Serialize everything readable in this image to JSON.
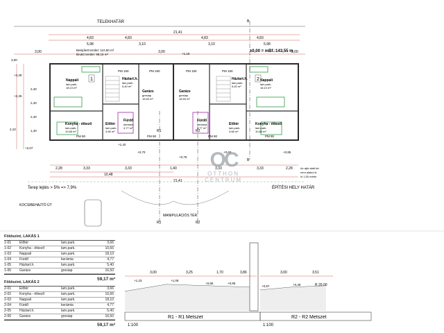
{
  "plan": {
    "boundary_label": "TELEKHATÁR",
    "top_dims": [
      "21,41",
      "4,83",
      "4,83",
      "4,83",
      "4,83",
      "5,98",
      "5,98",
      "3,10",
      "3,10",
      "3,00",
      "3,00",
      "3,00"
    ],
    "floor_level": "±0,00 = mBf.:143,55 m",
    "built_area": "Beépített terület: 110,60 m²",
    "gross_area": "Bruttó terület: 98,16 m²",
    "rooms_left": [
      {
        "name": "Nappali",
        "sub": "lam.park.",
        "area": "18,10 m²"
      },
      {
        "name": "Háztart.h.",
        "sub": "lam.park.",
        "area": "5,40 m²"
      },
      {
        "name": "Garázs",
        "sub": "gresiap",
        "area": "16,50 m²"
      },
      {
        "name": "Konyha - étkező",
        "sub": "lam.park.",
        "area": "10,66 m²"
      },
      {
        "name": "Fürdő",
        "sub": "kerámia",
        "area": "4,77 m²"
      },
      {
        "name": "Előtér",
        "sub": "lam.park.",
        "area": "3,66 m²"
      }
    ],
    "rooms_right": [
      {
        "name": "Garázs",
        "sub": "gresiap",
        "area": "16,50 m²"
      },
      {
        "name": "Háztart.h.",
        "sub": "lam.park.",
        "area": "5,40 m²"
      },
      {
        "name": "Nappali",
        "sub": "lam.park.",
        "area": "18,10 m²"
      },
      {
        "name": "Fürdő",
        "sub": "kerámia",
        "area": "4,77 m²"
      },
      {
        "name": "Előtér",
        "sub": "lam.park.",
        "area": "3,66 m²"
      },
      {
        "name": "Konyha - étkező",
        "sub": "lam.park.",
        "area": "10,66 m²"
      }
    ],
    "pm_labels": [
      "PM 150",
      "PM 150",
      "PM 150",
      "PM 150",
      "PM 90",
      "PM 90",
      "PM 90",
      "PM 90"
    ],
    "unit_numbers": [
      "1",
      "2"
    ],
    "bottom_dims": [
      "2,28",
      "3,33",
      "3,33",
      "1,40",
      "3,33",
      "3,33",
      "2,28",
      "10,48",
      "21,41"
    ],
    "left_dims": [
      "3,00",
      "+2,28",
      "+2,25",
      "2,40",
      "2,40",
      "2,40",
      "1,40",
      "2,10"
    ],
    "terrain_note": "Terep lejtés > 5% => 7,9%",
    "building_line": "ÉPÍTÉSI HELY HATÁR",
    "access_road": "KOCSIBEHAJTÓ ÚT",
    "maneuver": "MANIPULÁCIÓS TÉR",
    "section_marks": [
      "R1",
      "R1",
      "R2",
      "R2",
      "B",
      "B"
    ],
    "side_note": [
      "Az ajtó alatt kiv",
      "nem alakul ki",
      "Is 1,50 méter"
    ],
    "levels": [
      "+1,18",
      "+2,07",
      "+0,85",
      "+0,75",
      "+1,42",
      "+0,70",
      "+0,68"
    ]
  },
  "table1": {
    "title": "Földszint, LAKÁS 1",
    "rows": [
      [
        "1-01",
        "Előtér",
        "lam.park.",
        "3,66"
      ],
      [
        "1-02",
        "Konyha - étkező",
        "lam.park.",
        "10,66"
      ],
      [
        "1-03",
        "Nappali",
        "lam.park.",
        "18,10"
      ],
      [
        "1-04",
        "Fürdő",
        "kerámia",
        "4,77"
      ],
      [
        "1-05",
        "Háztart.h.",
        "lam.park.",
        "5,40"
      ],
      [
        "1-06",
        "Garázs",
        "gresiap",
        "16,50"
      ]
    ],
    "total": "59,17 m²"
  },
  "table2": {
    "title": "Földszint, LAKÁS 2",
    "rows": [
      [
        "2-01",
        "Előtér",
        "lam.park.",
        "3,66"
      ],
      [
        "2-02",
        "Konyha - étkező",
        "lam.park.",
        "10,66"
      ],
      [
        "2-03",
        "Nappali",
        "lam.park.",
        "18,10"
      ],
      [
        "2-04",
        "Fürdő",
        "kerámia",
        "4,77"
      ],
      [
        "2-05",
        "Háztart.h.",
        "lam.park.",
        "5,40"
      ],
      [
        "2-06",
        "Garázs",
        "gresiap",
        "16,50"
      ]
    ],
    "total": "59,17 m²"
  },
  "section1": {
    "title": "R1 - R1 Metszet",
    "scale": "1:100",
    "dims": [
      "3,00",
      "3,25",
      "1,70",
      "3,86"
    ],
    "levels": [
      "+1,23",
      "+1,08",
      "+0,95",
      "+0,95"
    ]
  },
  "section2": {
    "title": "R2 - R2 Metszet",
    "scale": "1:100",
    "dims": [
      "3,00",
      "3,51",
      "R 20,00"
    ],
    "levels": [
      "+0,87",
      "+0,48"
    ]
  },
  "watermark": {
    "glyph": "OC",
    "line1": "OTTHON",
    "line2": "CENTRUM"
  },
  "colors": {
    "wall": "#2b2b2b",
    "dim": "#c0392b",
    "green": "#2e9a47",
    "purple": "#b04fb8",
    "grid": "#888888"
  }
}
